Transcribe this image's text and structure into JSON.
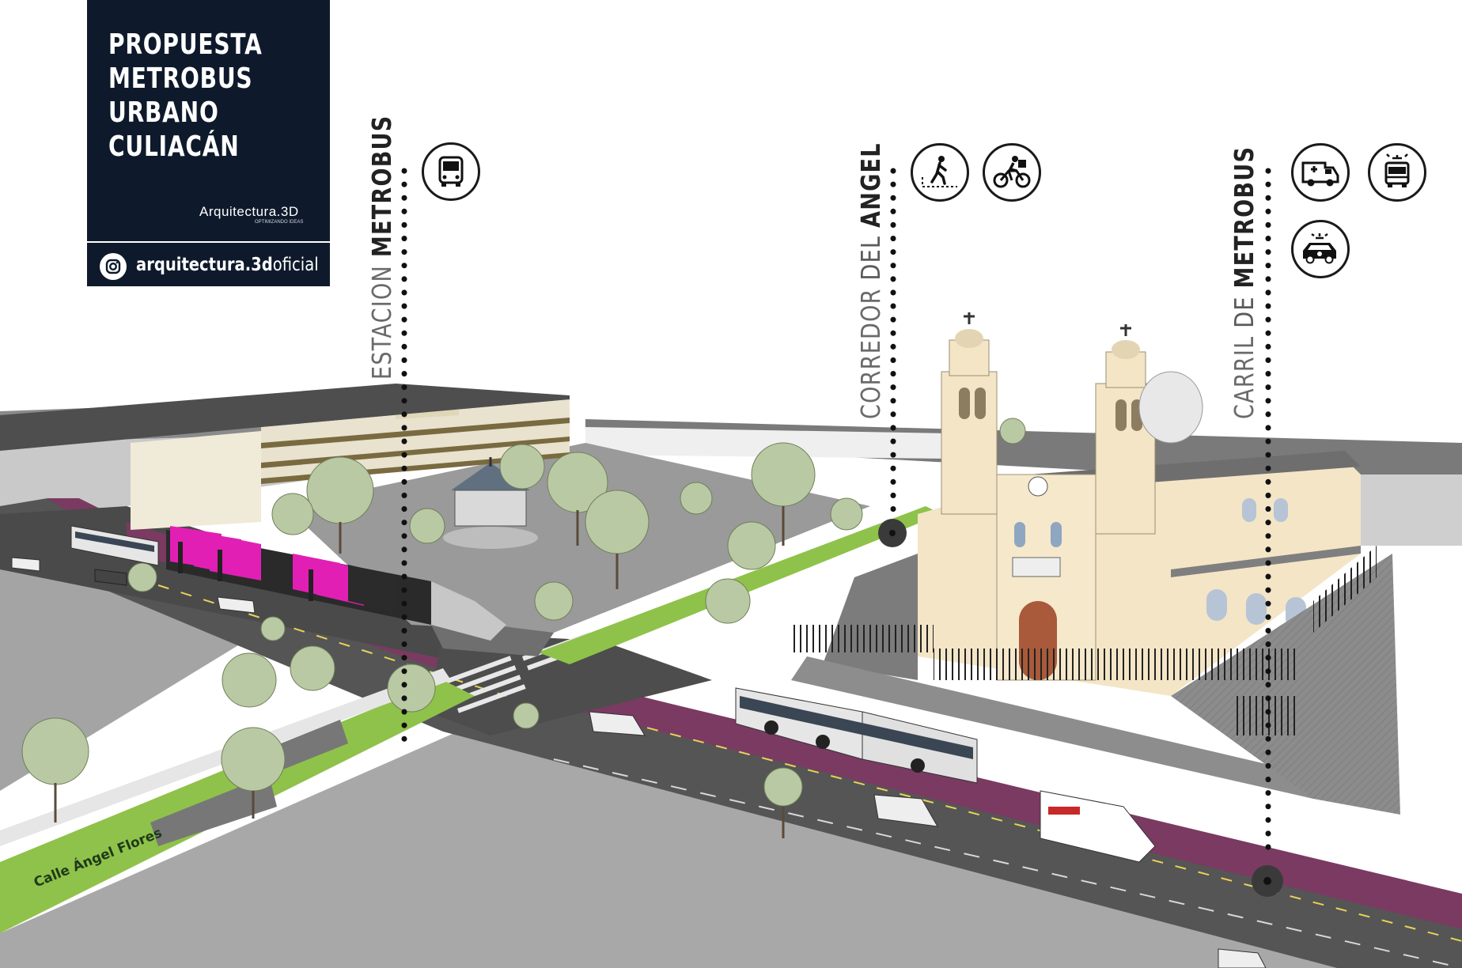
{
  "title_panel": {
    "lines": [
      "PROPUESTA",
      "METROBUS",
      "URBANO",
      "CULIACÁN"
    ],
    "brand": "Arquitectura.3D",
    "brand_tagline": "OPTIMIZANDO IDEAS",
    "instagram_bold": "arquitectura.3d",
    "instagram_suffix": "oficial"
  },
  "labels": {
    "estacion": {
      "light": "ESTACION",
      "dark": "METROBUS"
    },
    "corredor": {
      "light": "CORREDOR",
      "mid": "DEL",
      "dark": "ANGEL"
    },
    "carril": {
      "light": "CARRIL",
      "mid": "DE",
      "dark": "METROBUS"
    }
  },
  "icons": {
    "estacion": [
      "bus-icon"
    ],
    "corredor": [
      "pedestrian-icon",
      "cyclist-icon"
    ],
    "carril": [
      "ambulance-icon",
      "fire-truck-icon",
      "police-car-icon"
    ]
  },
  "street_label": "Calle Ángel Flores",
  "colors": {
    "panel": "#0e1a2c",
    "bus_lane": "#7b3a62",
    "road": "#5a5a5a",
    "green_corridor": "#8fc24a",
    "plaza": "#9a9a9a",
    "station_magenta": "#e21fb4",
    "church_facade": "#f3e5c6",
    "tree": "#b9c9a3"
  }
}
